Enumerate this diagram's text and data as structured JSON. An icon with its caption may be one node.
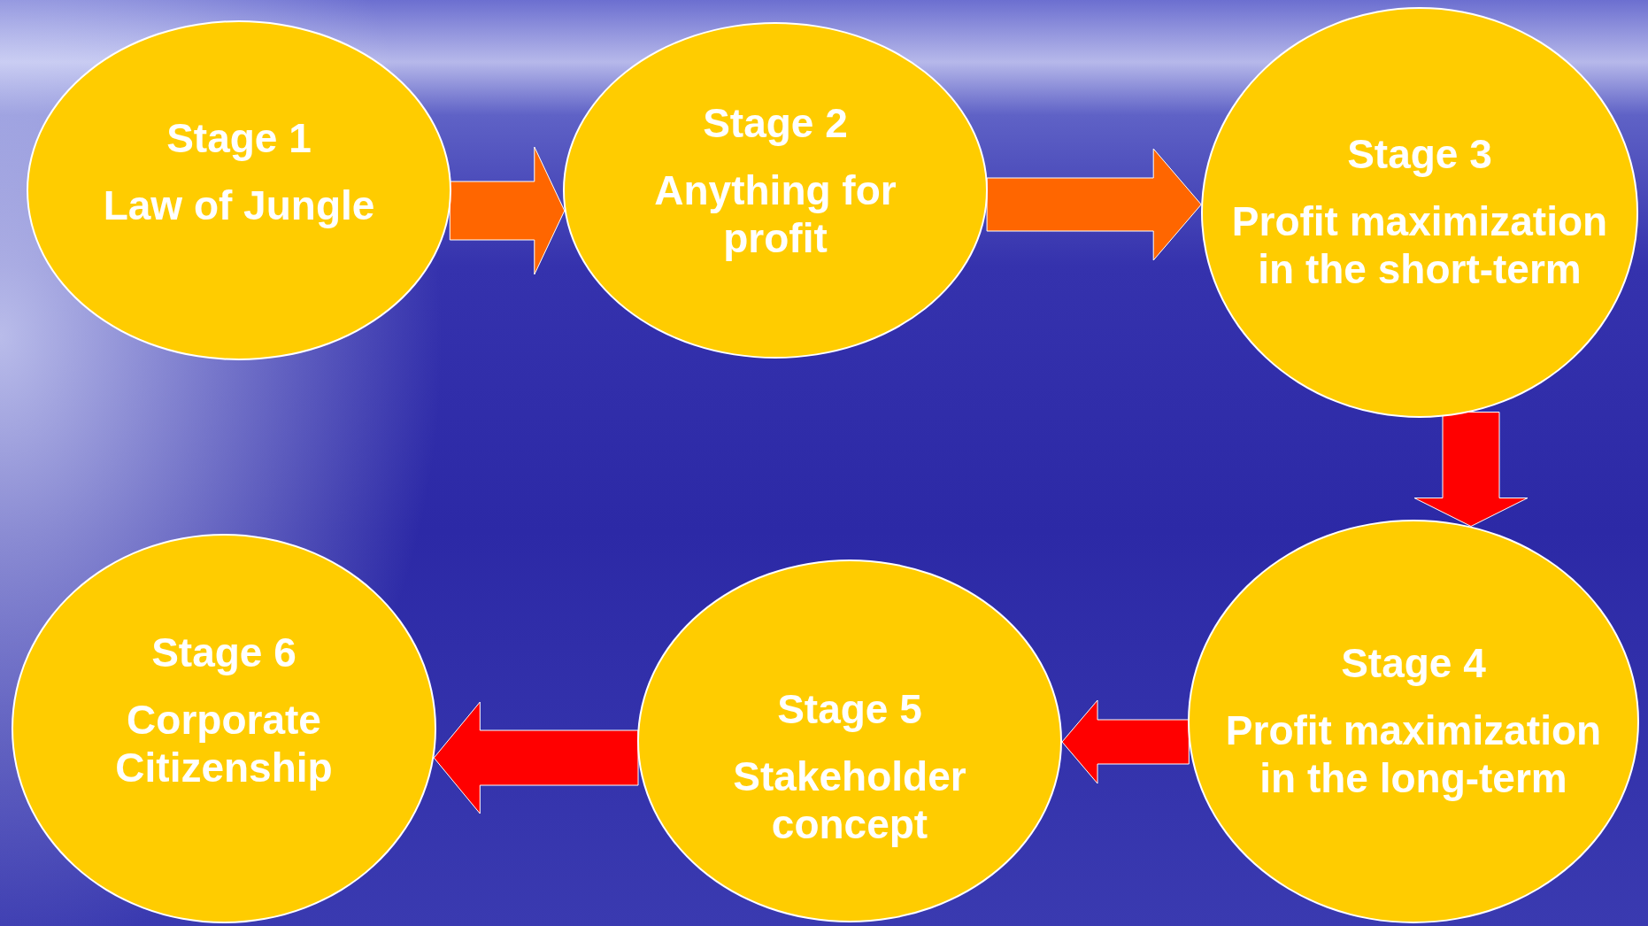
{
  "diagram": {
    "nodes": [
      {
        "text": [
          "Stage 1",
          "Law of Jungle"
        ]
      },
      {
        "text": [
          "Stage 2",
          "Anything for profit"
        ]
      },
      {
        "text": [
          "Stage 3",
          "Profit maximization in the short-term"
        ]
      },
      {
        "text": [
          "Stage 4",
          "Profit maximization in the long-term"
        ]
      },
      {
        "text": [
          "Stage 5",
          "Stakeholder concept"
        ]
      },
      {
        "text": [
          "Stage 6",
          "Corporate Citizenship"
        ]
      }
    ],
    "edges": [
      {
        "from": 0,
        "to": 1,
        "arrow": "to",
        "color": "#ff6600"
      },
      {
        "from": 1,
        "to": 2,
        "arrow": "to",
        "color": "#ff6600"
      },
      {
        "from": 2,
        "to": 3,
        "arrow": "to"
      },
      {
        "from": 3,
        "to": 4,
        "arrow": "to"
      },
      {
        "from": 4,
        "to": 5,
        "arrow": "to"
      }
    ]
  }
}
